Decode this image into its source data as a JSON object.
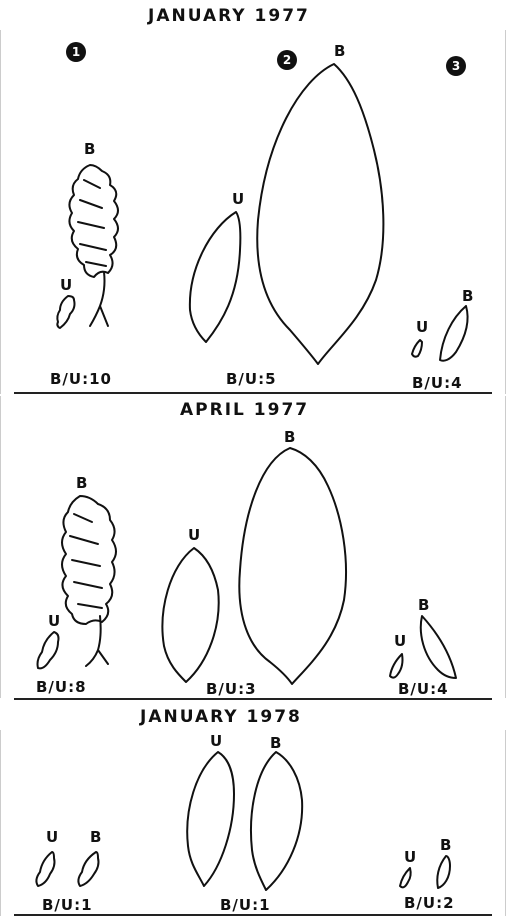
{
  "panels": [
    {
      "title": "JANUARY 1977",
      "ratios": [
        "B/U:10",
        "B/U:5",
        "B/U:4"
      ]
    },
    {
      "title": "APRIL 1977",
      "ratios": [
        "B/U:8",
        "B/U:3",
        "B/U:4"
      ]
    },
    {
      "title": "JANUARY 1978",
      "ratios": [
        "B/U:1",
        "B/U:1",
        "B/U:2"
      ]
    }
  ],
  "column_numbers": [
    "1",
    "2",
    "3"
  ],
  "leaf_labels": {
    "branched": "B",
    "unbranched": "U"
  }
}
